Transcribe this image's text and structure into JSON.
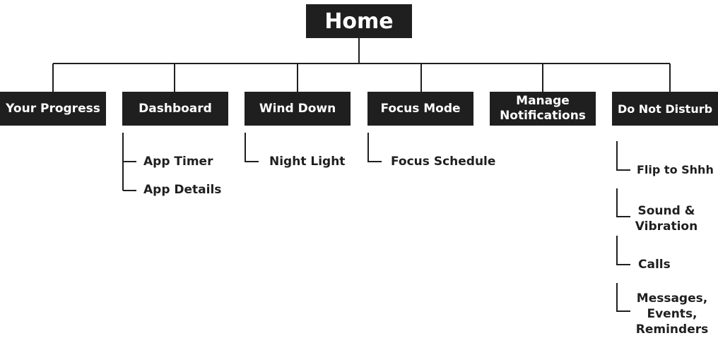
{
  "root": {
    "label": "Home"
  },
  "categories": [
    {
      "label": "Your Progress"
    },
    {
      "label": "Dashboard",
      "items": [
        "App Timer",
        "App Details"
      ]
    },
    {
      "label": "Wind Down",
      "items": [
        "Night Light"
      ]
    },
    {
      "label": "Focus Mode",
      "items": [
        "Focus Schedule"
      ]
    },
    {
      "label": "Manage Notifications"
    },
    {
      "label": "Do Not Disturb",
      "items": [
        "Flip to Shhh",
        "Sound & Vibration",
        "Calls",
        "Messages, Events, Reminders"
      ]
    }
  ]
}
